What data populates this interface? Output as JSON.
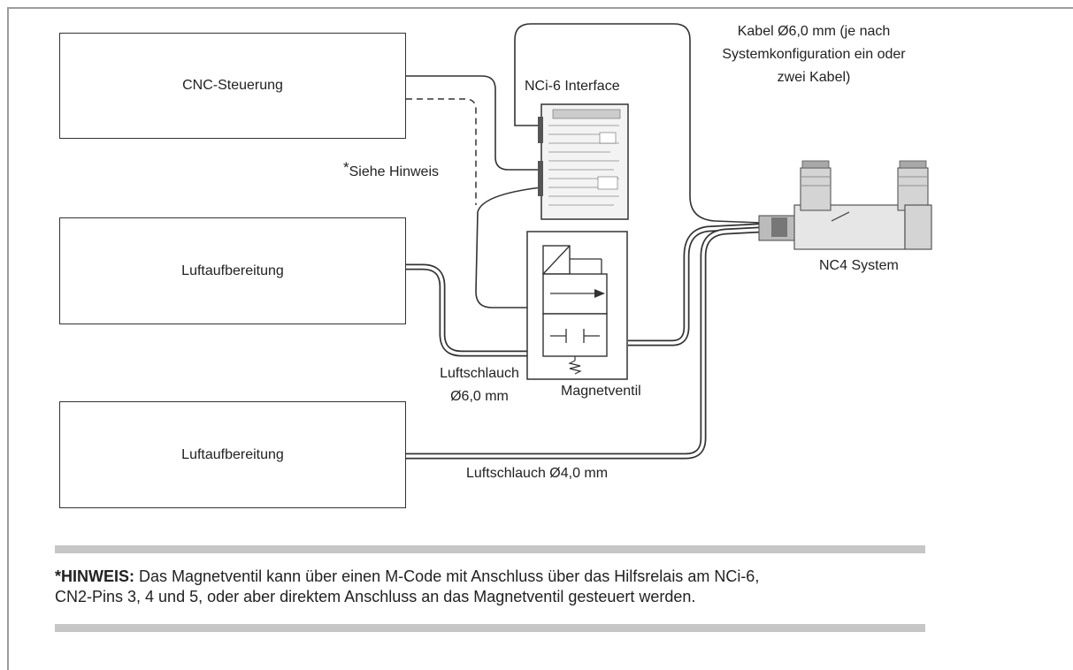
{
  "boxes": {
    "cnc": "CNC-Steuerung",
    "air_prep_1": "Luftaufbereitung",
    "air_prep_2": "Luftaufbereitung"
  },
  "labels": {
    "interface": "NCi-6 Interface",
    "note_ref_star": "*",
    "note_ref_text": "Siehe Hinweis",
    "cable_line1": "Kabel Ø6,0 mm (je nach",
    "cable_line2": "Systemkonfiguration ein oder",
    "cable_line3": "zwei Kabel)",
    "system": "NC4 System",
    "hose_6_line1": "Luftschlauch",
    "hose_6_line2": "Ø6,0 mm",
    "valve": "Magnetventil",
    "hose_4": "Luftschlauch Ø4,0 mm"
  },
  "note": {
    "heading": "*HINWEIS:",
    "line1": "Das Magnetventil kann über einen M-Code mit Anschluss über das Hilfsrelais am NCi-6,",
    "line2": "CN2-Pins 3, 4 und 5, oder aber direktem Anschluss an das Magnetventil gesteuert werden."
  }
}
